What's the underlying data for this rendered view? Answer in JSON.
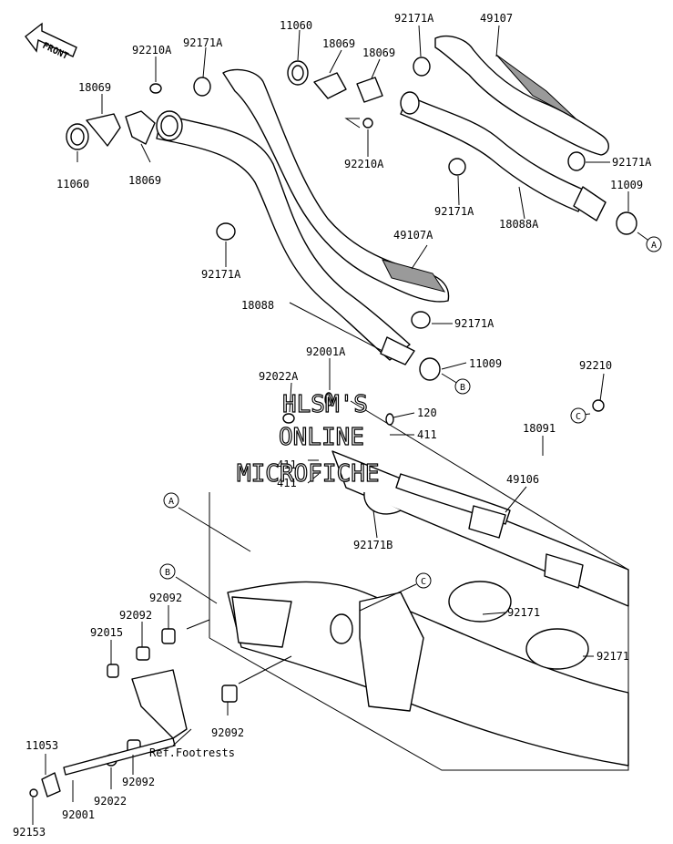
{
  "front_arrow": {
    "label": "FRONT",
    "icon": "front-direction-arrow-icon"
  },
  "watermark": [
    "HLSM'S",
    "ONLINE",
    "MICROFICHE"
  ],
  "callouts": {
    "A": "A",
    "B": "B",
    "C": "C"
  },
  "parts": {
    "p11060_left": "11060",
    "p18069_left_top": "18069",
    "p18069_left_bot": "18069",
    "p92210A_left": "92210A",
    "p92171A_1": "92171A",
    "p11060_top": "11060",
    "p18069_top1": "18069",
    "p18069_top2": "18069",
    "p92210A_mid": "92210A",
    "p92171A_top": "92171A",
    "p49107": "49107",
    "p92171A_right": "92171A",
    "p92171A_mid": "92171A",
    "p18088A": "18088A",
    "p11009_top": "11009",
    "p92171A_lower": "92171A",
    "p49107A": "49107A",
    "p18088": "18088",
    "p92171A_low2": "92171A",
    "p11009_low": "11009",
    "p92001A": "92001A",
    "p92022A": "92022A",
    "p92210": "92210",
    "p120": "120",
    "p411_a": "411",
    "p411_b": "411",
    "p18091": "18091",
    "p49106": "49106",
    "p92171B": "92171B",
    "p92171_1": "92171",
    "p92171_2": "92171",
    "p92092_a": "92092",
    "p92092_b": "92092",
    "p92015": "92015",
    "p92092_c": "92092",
    "p11053": "11053",
    "p92092_d": "92092",
    "p92022": "92022",
    "p92001": "92001",
    "p92153": "92153",
    "ref_footrests": "Ref.Footrests"
  }
}
